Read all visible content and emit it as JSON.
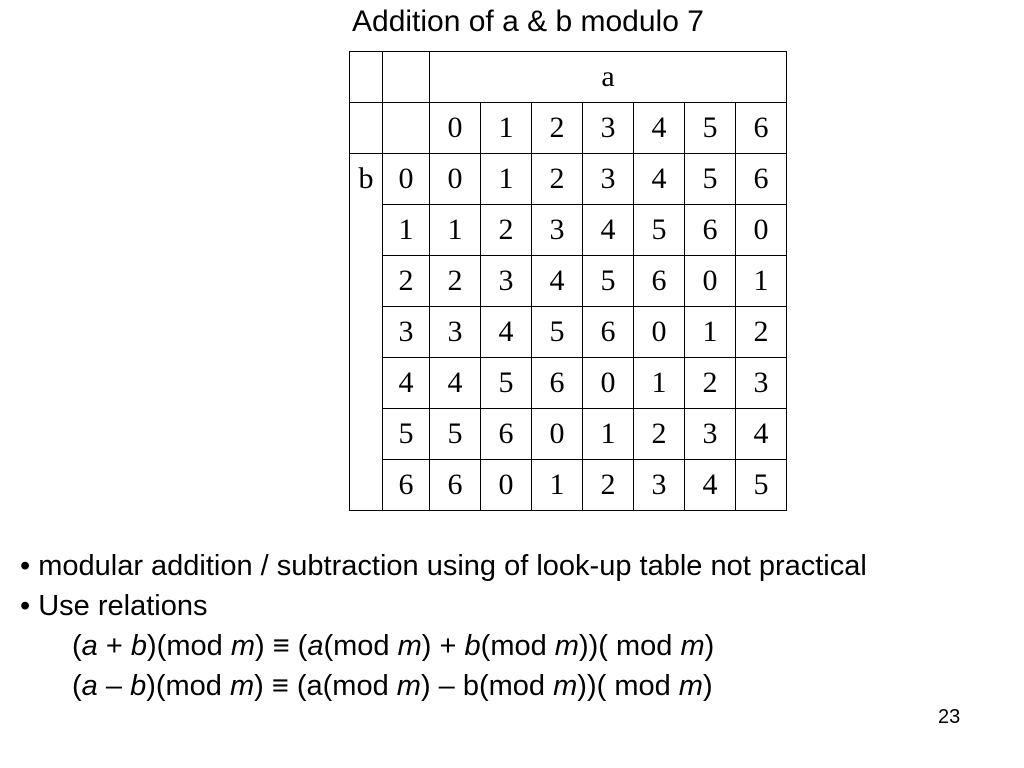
{
  "slide": {
    "title": "Addition of a & b modulo 7",
    "page_number": "23"
  },
  "table": {
    "col_header_label": "a",
    "row_header_label": "b",
    "col_values": [
      "0",
      "1",
      "2",
      "3",
      "4",
      "5",
      "6"
    ],
    "rows": [
      {
        "b": "0",
        "cells": [
          "0",
          "1",
          "2",
          "3",
          "4",
          "5",
          "6"
        ]
      },
      {
        "b": "1",
        "cells": [
          "1",
          "2",
          "3",
          "4",
          "5",
          "6",
          "0"
        ]
      },
      {
        "b": "2",
        "cells": [
          "2",
          "3",
          "4",
          "5",
          "6",
          "0",
          "1"
        ]
      },
      {
        "b": "3",
        "cells": [
          "3",
          "4",
          "5",
          "6",
          "0",
          "1",
          "2"
        ]
      },
      {
        "b": "4",
        "cells": [
          "4",
          "5",
          "6",
          "0",
          "1",
          "2",
          "3"
        ]
      },
      {
        "b": "5",
        "cells": [
          "5",
          "6",
          "0",
          "1",
          "2",
          "3",
          "4"
        ]
      },
      {
        "b": "6",
        "cells": [
          "6",
          "0",
          "1",
          "2",
          "3",
          "4",
          "5"
        ]
      }
    ]
  },
  "bullets": {
    "item1": "• modular addition / subtraction using of look-up table not practical",
    "item2": "• Use relations",
    "formula1": {
      "p1": "(",
      "v1": "a",
      "p2": " + ",
      "v2": "b",
      "p3": ")(mod ",
      "v3": "m",
      "p4": ") ≡ (",
      "v4": "a",
      "p5": "(mod ",
      "v5": "m",
      "p6": ") + ",
      "v6": "b",
      "p7": "(mod ",
      "v7": "m",
      "p8": "))( mod ",
      "v8": "m",
      "p9": ")"
    },
    "formula2": {
      "p1": "(",
      "v1": "a",
      "p2": " – ",
      "v2": "b",
      "p3": ")(mod ",
      "v3": "m",
      "p4": ") ≡ (a(mod ",
      "v4": "m",
      "p5": ") – b(mod ",
      "v5": "m",
      "p6": "))( mod ",
      "v6": "m",
      "p7": ")"
    }
  }
}
